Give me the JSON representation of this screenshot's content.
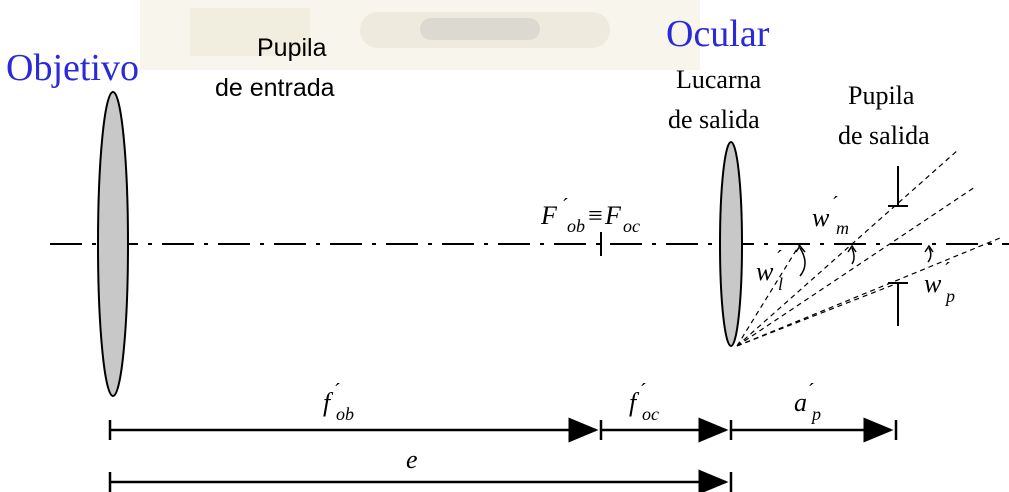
{
  "labels": {
    "objetivo": "Objetivo",
    "ocular": "Ocular",
    "pupila_entrada_line1": "Pupila",
    "pupila_entrada_line2": "de entrada",
    "lucarna_line1": "Lucarna",
    "lucarna_line2": "de salida",
    "pupila_salida_line1": "Pupila",
    "pupila_salida_line2": "de salida"
  },
  "symbols": {
    "prime": "´",
    "focal_point_left": "F",
    "focal_point_left_sub": "ob",
    "equiv": "≡",
    "focal_point_right": "F",
    "focal_point_right_sub": "oc",
    "w": "w",
    "w_m_sub": "m",
    "w_l_sub": "l",
    "w_p_sub": "p",
    "f": "f",
    "f_ob_sub": "ob",
    "f_oc_sub": "oc",
    "a": "a",
    "a_p_sub": "p",
    "e": "e"
  },
  "colors": {
    "title_blue": "#2a2ad8",
    "lens_fill": "#c8c8c8",
    "stroke": "#000000"
  }
}
